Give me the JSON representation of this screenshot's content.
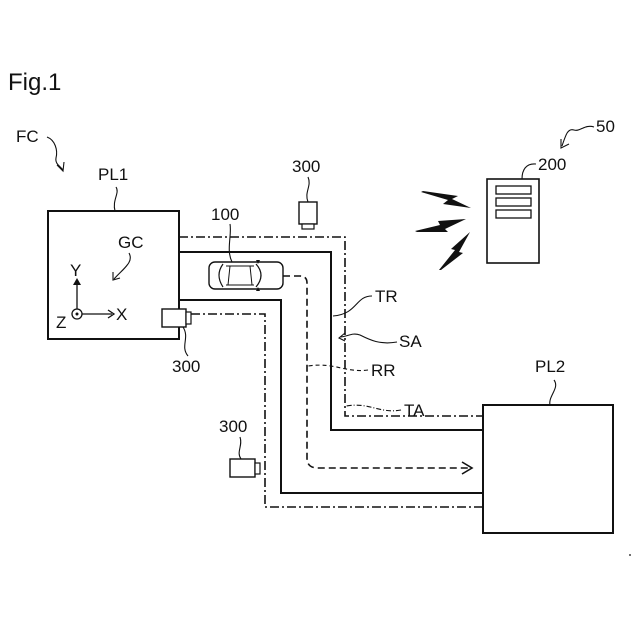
{
  "figure": {
    "title": "Fig.1",
    "system_label": "FC",
    "network_label": "50"
  },
  "facilities": {
    "first": {
      "label": "PL1",
      "coordinate_label": "GC",
      "axes": {
        "x": "X",
        "y": "Y",
        "z": "Z"
      }
    },
    "second": {
      "label": "PL2"
    }
  },
  "vehicle": {
    "label": "100"
  },
  "server": {
    "label": "200"
  },
  "cameras": [
    {
      "label": "300",
      "position": "top"
    },
    {
      "label": "300",
      "position": "pl1-side"
    },
    {
      "label": "300",
      "position": "bottom-left"
    }
  ],
  "routes": {
    "track": "TR",
    "sensing_area": "SA",
    "reference_route": "RR",
    "target_area": "TA"
  }
}
